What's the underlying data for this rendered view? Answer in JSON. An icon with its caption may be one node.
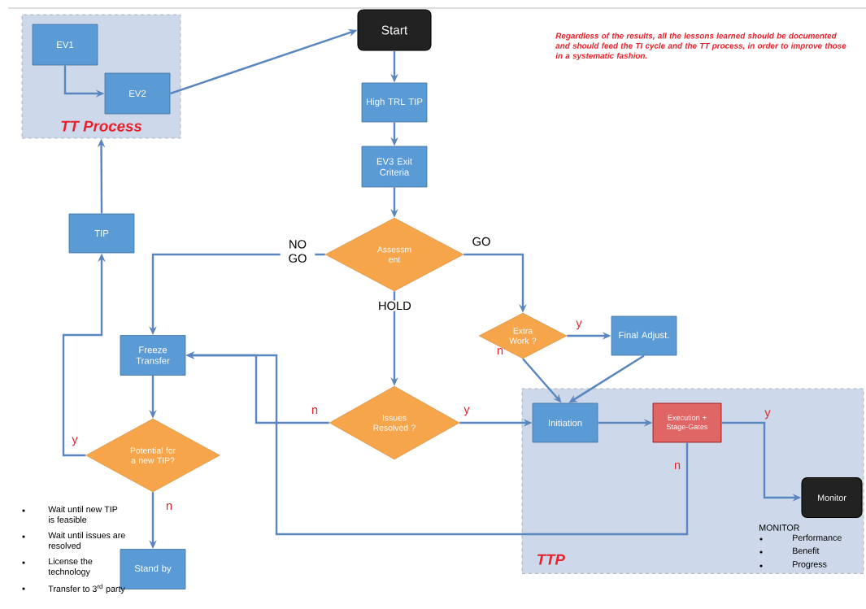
{
  "diagram": {
    "nodes": [
      {
        "text": [
          "TT Process"
        ]
      },
      {
        "text": [
          "EV1"
        ],
        "in": 0
      },
      {
        "text": [
          "EV2"
        ],
        "in": 0
      },
      {
        "text": [
          "Start"
        ]
      },
      {
        "text": [
          "High TRL TIP"
        ]
      },
      {
        "text": [
          "EV3 Exit Criteria"
        ]
      },
      {
        "text": [
          "Assessm ent"
        ]
      },
      {
        "text": [
          "TIP"
        ]
      },
      {
        "text": [
          "Freeze Transfer"
        ]
      },
      {
        "text": [
          "Issues Resolved ?"
        ]
      },
      {
        "text": [
          "Extra Work ?"
        ]
      },
      {
        "text": [
          "Final Adjust."
        ]
      },
      {
        "text": [
          "Potential for a new TIP?"
        ]
      },
      {
        "text": [
          "Stand by"
        ]
      },
      {
        "text": [
          "TTP"
        ]
      },
      {
        "text": [
          "Initiation"
        ],
        "in": 14
      },
      {
        "text": [
          "Execution + Stage-Gates"
        ],
        "in": 14
      },
      {
        "text": [
          "Monitor"
        ],
        "in": 14
      }
    ],
    "edges": [
      {
        "from": 1,
        "to": 2,
        "arrow": "to"
      },
      {
        "from": 2,
        "to": 3,
        "arrow": "to"
      },
      {
        "from": 3,
        "to": 4,
        "arrow": "to"
      },
      {
        "from": 4,
        "to": 5,
        "arrow": "to"
      },
      {
        "from": 5,
        "to": 6,
        "arrow": "to"
      },
      {
        "from": 6,
        "to": 8,
        "arrow": "to",
        "label": "NO GO"
      },
      {
        "from": 6,
        "to": 10,
        "arrow": "to",
        "label": "GO"
      },
      {
        "from": 6,
        "to": 9,
        "arrow": "to",
        "label": "HOLD"
      },
      {
        "from": 10,
        "to": 11,
        "arrow": "to",
        "label": "y"
      },
      {
        "from": 10,
        "to": 15,
        "arrow": "to",
        "label": "n"
      },
      {
        "from": 11,
        "to": 15,
        "arrow": "to"
      },
      {
        "from": 9,
        "to": 8,
        "arrow": "to",
        "label": "n"
      },
      {
        "from": 9,
        "to": 15,
        "arrow": "to",
        "label": "y"
      },
      {
        "from": 15,
        "to": 16,
        "arrow": "to"
      },
      {
        "from": 16,
        "to": 17,
        "arrow": "to",
        "label": "y"
      },
      {
        "from": 16,
        "to": 8,
        "arrow": "to",
        "label": "n"
      },
      {
        "from": 8,
        "to": 12,
        "arrow": "to"
      },
      {
        "from": 12,
        "to": 7,
        "arrow": "to",
        "label": "y"
      },
      {
        "from": 12,
        "to": 13,
        "arrow": "to",
        "label": "n"
      },
      {
        "from": 7,
        "to": 0,
        "arrow": "to"
      }
    ],
    "labels": [
      "Regardless of the results, all the lessons learned should be documented and should feed the TI cycle and the TT process, in order to improve those in a systematic fashion.",
      "Wait until new TIP is feasible",
      "Wait until issues are resolved",
      "License the technology",
      "Transfer to 3$^{rd}$ party",
      "MONITOR",
      "Performance",
      "Benefit",
      "Progress"
    ]
  }
}
